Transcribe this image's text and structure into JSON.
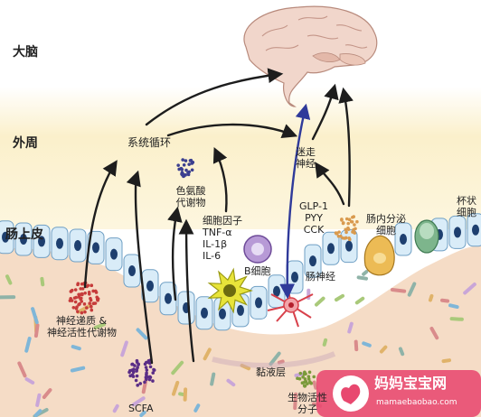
{
  "regions": {
    "brain": "大脑",
    "periphery": "外周",
    "epithelium": "肠上皮"
  },
  "nodes": {
    "systemic_circulation": "系统循环",
    "vagus_nerve": [
      "迷走",
      "神经"
    ],
    "tryptophan_metabolites": [
      "色氨酸",
      "代谢物"
    ],
    "cytokines": [
      "细胞因子",
      "TNF-α",
      "IL-1β",
      "IL-6"
    ],
    "gut_hormones": [
      "GLP-1",
      "PYY",
      "CCK"
    ],
    "enteroendocrine_cells": [
      "肠内分泌",
      "细胞"
    ],
    "goblet_cells": [
      "杯状",
      "细胞"
    ],
    "b_cell": "B细胞",
    "enteric_neurons": "肠神经",
    "neurotransmitters": [
      "神经递质 &",
      "神经活性代谢物"
    ],
    "scfa": "SCFA",
    "mucus_layer": "黏液层",
    "bioactive_molecules": [
      "生物活性",
      "分子"
    ]
  },
  "watermark": {
    "name": "妈妈宝宝网",
    "domain": "mamaebaobao.com"
  },
  "colors": {
    "brain_band": "#fbf1cf",
    "periphery_band": "#fdf6df",
    "lumen": "#f5dcc6",
    "cell_fill": "#d9ecf8",
    "cell_stroke": "#6f9fc4",
    "nucleus": "#1e3f6f",
    "arrow": "#1d1d1d",
    "vagus_arrow": "#2f3a9a",
    "goblet": "#6aa57c",
    "enteroendocrine": "#e9b44c",
    "b_cell": "#8a60b3",
    "immune_yellow": "#e6e23a",
    "neuron": "#d8414b",
    "neurotransmitter_dots": "#c63b3a",
    "scfa_dots": "#5a2d86",
    "tryptophan_dots": "#3b3f8f",
    "hormone_dots": "#d99a4e",
    "watermark": "#e8486f"
  }
}
